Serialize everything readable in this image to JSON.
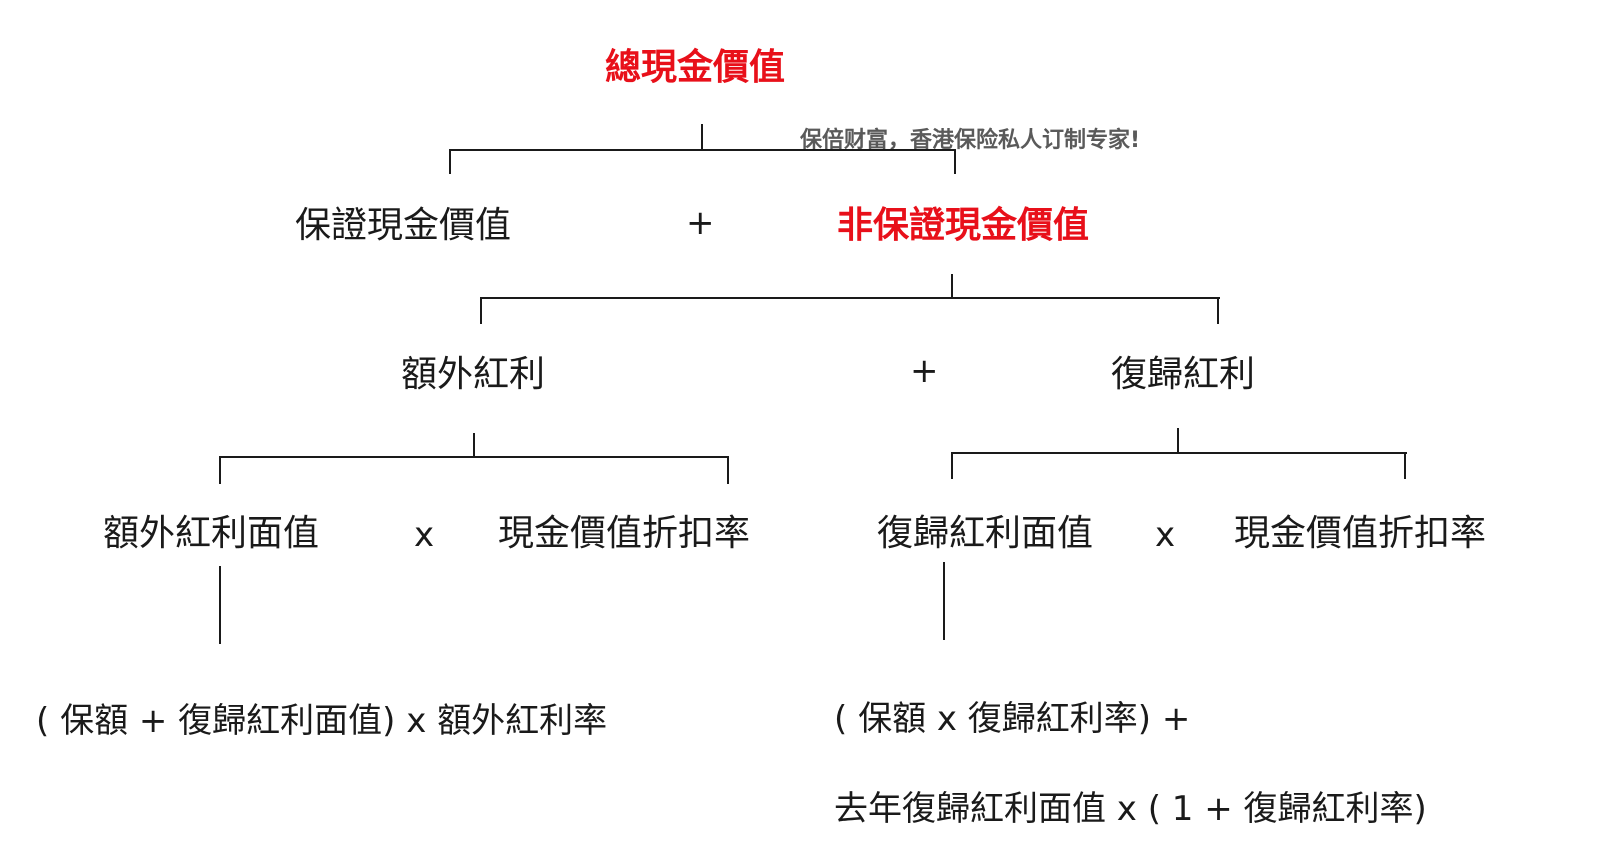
{
  "diagram": {
    "root": "總現金價值",
    "watermark": "保倍财富，香港保险私人订制专家!",
    "level1": {
      "left": "保證現金價值",
      "operator": "+",
      "right": "非保證現金價值"
    },
    "level2": {
      "left": "額外紅利",
      "operator": "+",
      "right": "復歸紅利"
    },
    "level3_left": {
      "left": "額外紅利面值",
      "operator": "x",
      "right": "現金價值折扣率"
    },
    "level3_right": {
      "left": "復歸紅利面值",
      "operator": "x",
      "right": "現金價值折扣率"
    },
    "formula_left": "( 保額 + 復歸紅利面值)  x   額外紅利率",
    "formula_right_line1": "( 保額  x  復歸紅利率) +",
    "formula_right_line2": "去年復歸紅利面值  x  ( 1 +  復歸紅利率)"
  },
  "colors": {
    "highlight": "#e8101a",
    "text": "#1a1a1a",
    "watermark": "#5a5a5a"
  }
}
